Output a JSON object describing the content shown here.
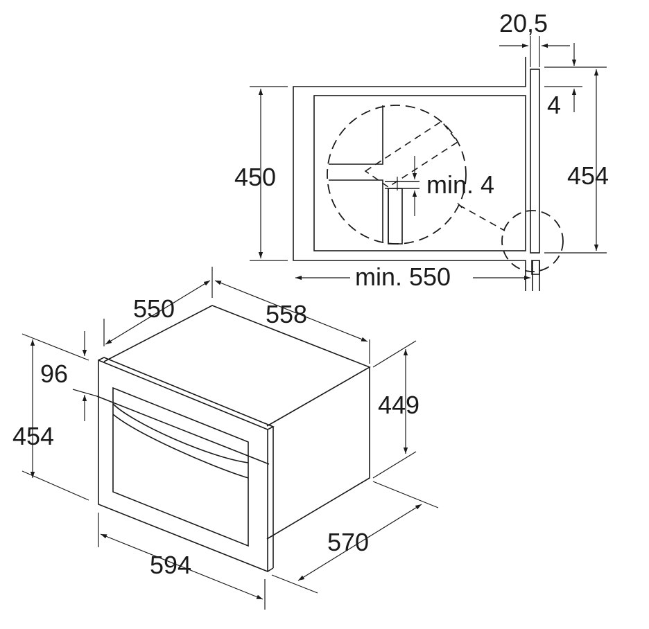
{
  "colors": {
    "stroke": "#1a1a1a",
    "background": "#ffffff"
  },
  "labels": {
    "niche_height": "450",
    "cabinet_thickness": "20,5",
    "front_gap": "4",
    "panel_height": "454",
    "min_gap": "min. 4",
    "min_depth": "min. 550",
    "depth_550": "550",
    "width_558": "558",
    "front_96": "96",
    "height_449": "449",
    "front_height_454": "454",
    "depth_570": "570",
    "width_594": "594"
  }
}
